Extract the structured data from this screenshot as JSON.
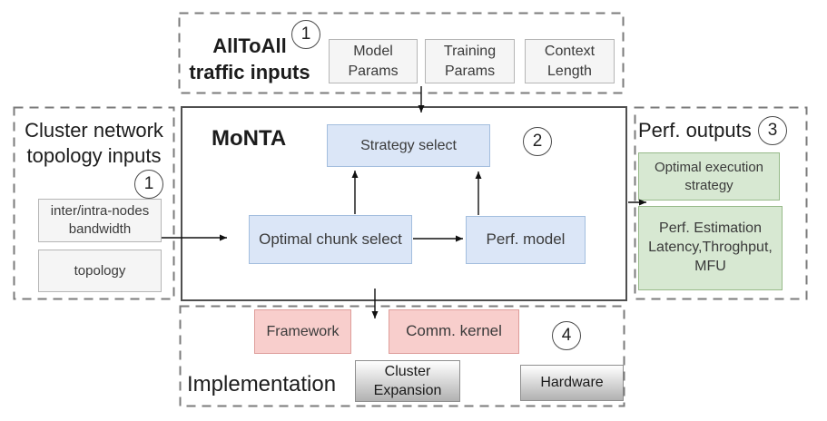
{
  "sections": {
    "traffic": {
      "title": "AllToAll\ntraffic inputs",
      "badge": "1",
      "boxes": [
        {
          "label": "Model\nParams"
        },
        {
          "label": "Training\nParams"
        },
        {
          "label": "Context\nLength"
        }
      ]
    },
    "cluster": {
      "title": "Cluster network\ntopology inputs",
      "badge": "1",
      "boxes": [
        {
          "label": "inter/intra-nodes\nbandwidth"
        },
        {
          "label": "topology"
        }
      ]
    },
    "monta": {
      "title": "MoNTA",
      "badge": "2",
      "boxes": [
        {
          "label": "Strategy select"
        },
        {
          "label": "Optimal chunk select"
        },
        {
          "label": "Perf. model"
        }
      ]
    },
    "outputs": {
      "title": "Perf. outputs",
      "badge": "3",
      "boxes": [
        {
          "label": "Optimal execution\nstrategy"
        },
        {
          "label": "Perf. Estimation\nLatency,Throghput,\nMFU"
        }
      ]
    },
    "implementation": {
      "title": "Implementation",
      "badge": "4",
      "pink_boxes": [
        {
          "label": "Framework"
        },
        {
          "label": "Comm. kernel"
        }
      ],
      "gray_boxes": [
        {
          "label": "Cluster\nExpansion"
        },
        {
          "label": "Hardware"
        }
      ]
    }
  },
  "colors": {
    "blue_fill": "#dbe6f7",
    "blue_border": "#a3bede",
    "green_fill": "#d7e8d2",
    "green_border": "#97ba89",
    "pink_fill": "#f8cecc",
    "pink_border": "#de9d9a",
    "input_fill": "#f5f5f5",
    "input_border": "#b5b5b5",
    "dashed_border": "#7b7b7b",
    "solid_border": "#4f4f4f"
  }
}
